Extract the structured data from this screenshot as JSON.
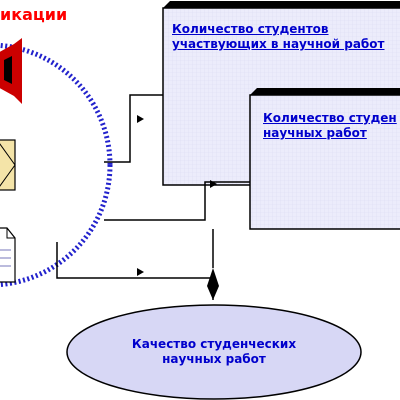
{
  "title": "икации",
  "box1": {
    "line1": "Количество студентов",
    "line2": "участвующих в научной работ"
  },
  "box2": {
    "line1": "Количество студен",
    "line2": "научных работ"
  },
  "oval": {
    "line1": "Качество студенческих",
    "line2": "научных работ"
  },
  "colors": {
    "title": "#ff0000",
    "text": "#0000cc",
    "box_fill": "#ebebfa",
    "box_border": "#000000",
    "circle_dots": "#2222cc",
    "oval_fill": "#d7d7f5"
  },
  "icons": [
    "speaker-icon",
    "envelope-icon",
    "document-icon",
    "diamond-connector-icon",
    "arrowhead-icon"
  ]
}
